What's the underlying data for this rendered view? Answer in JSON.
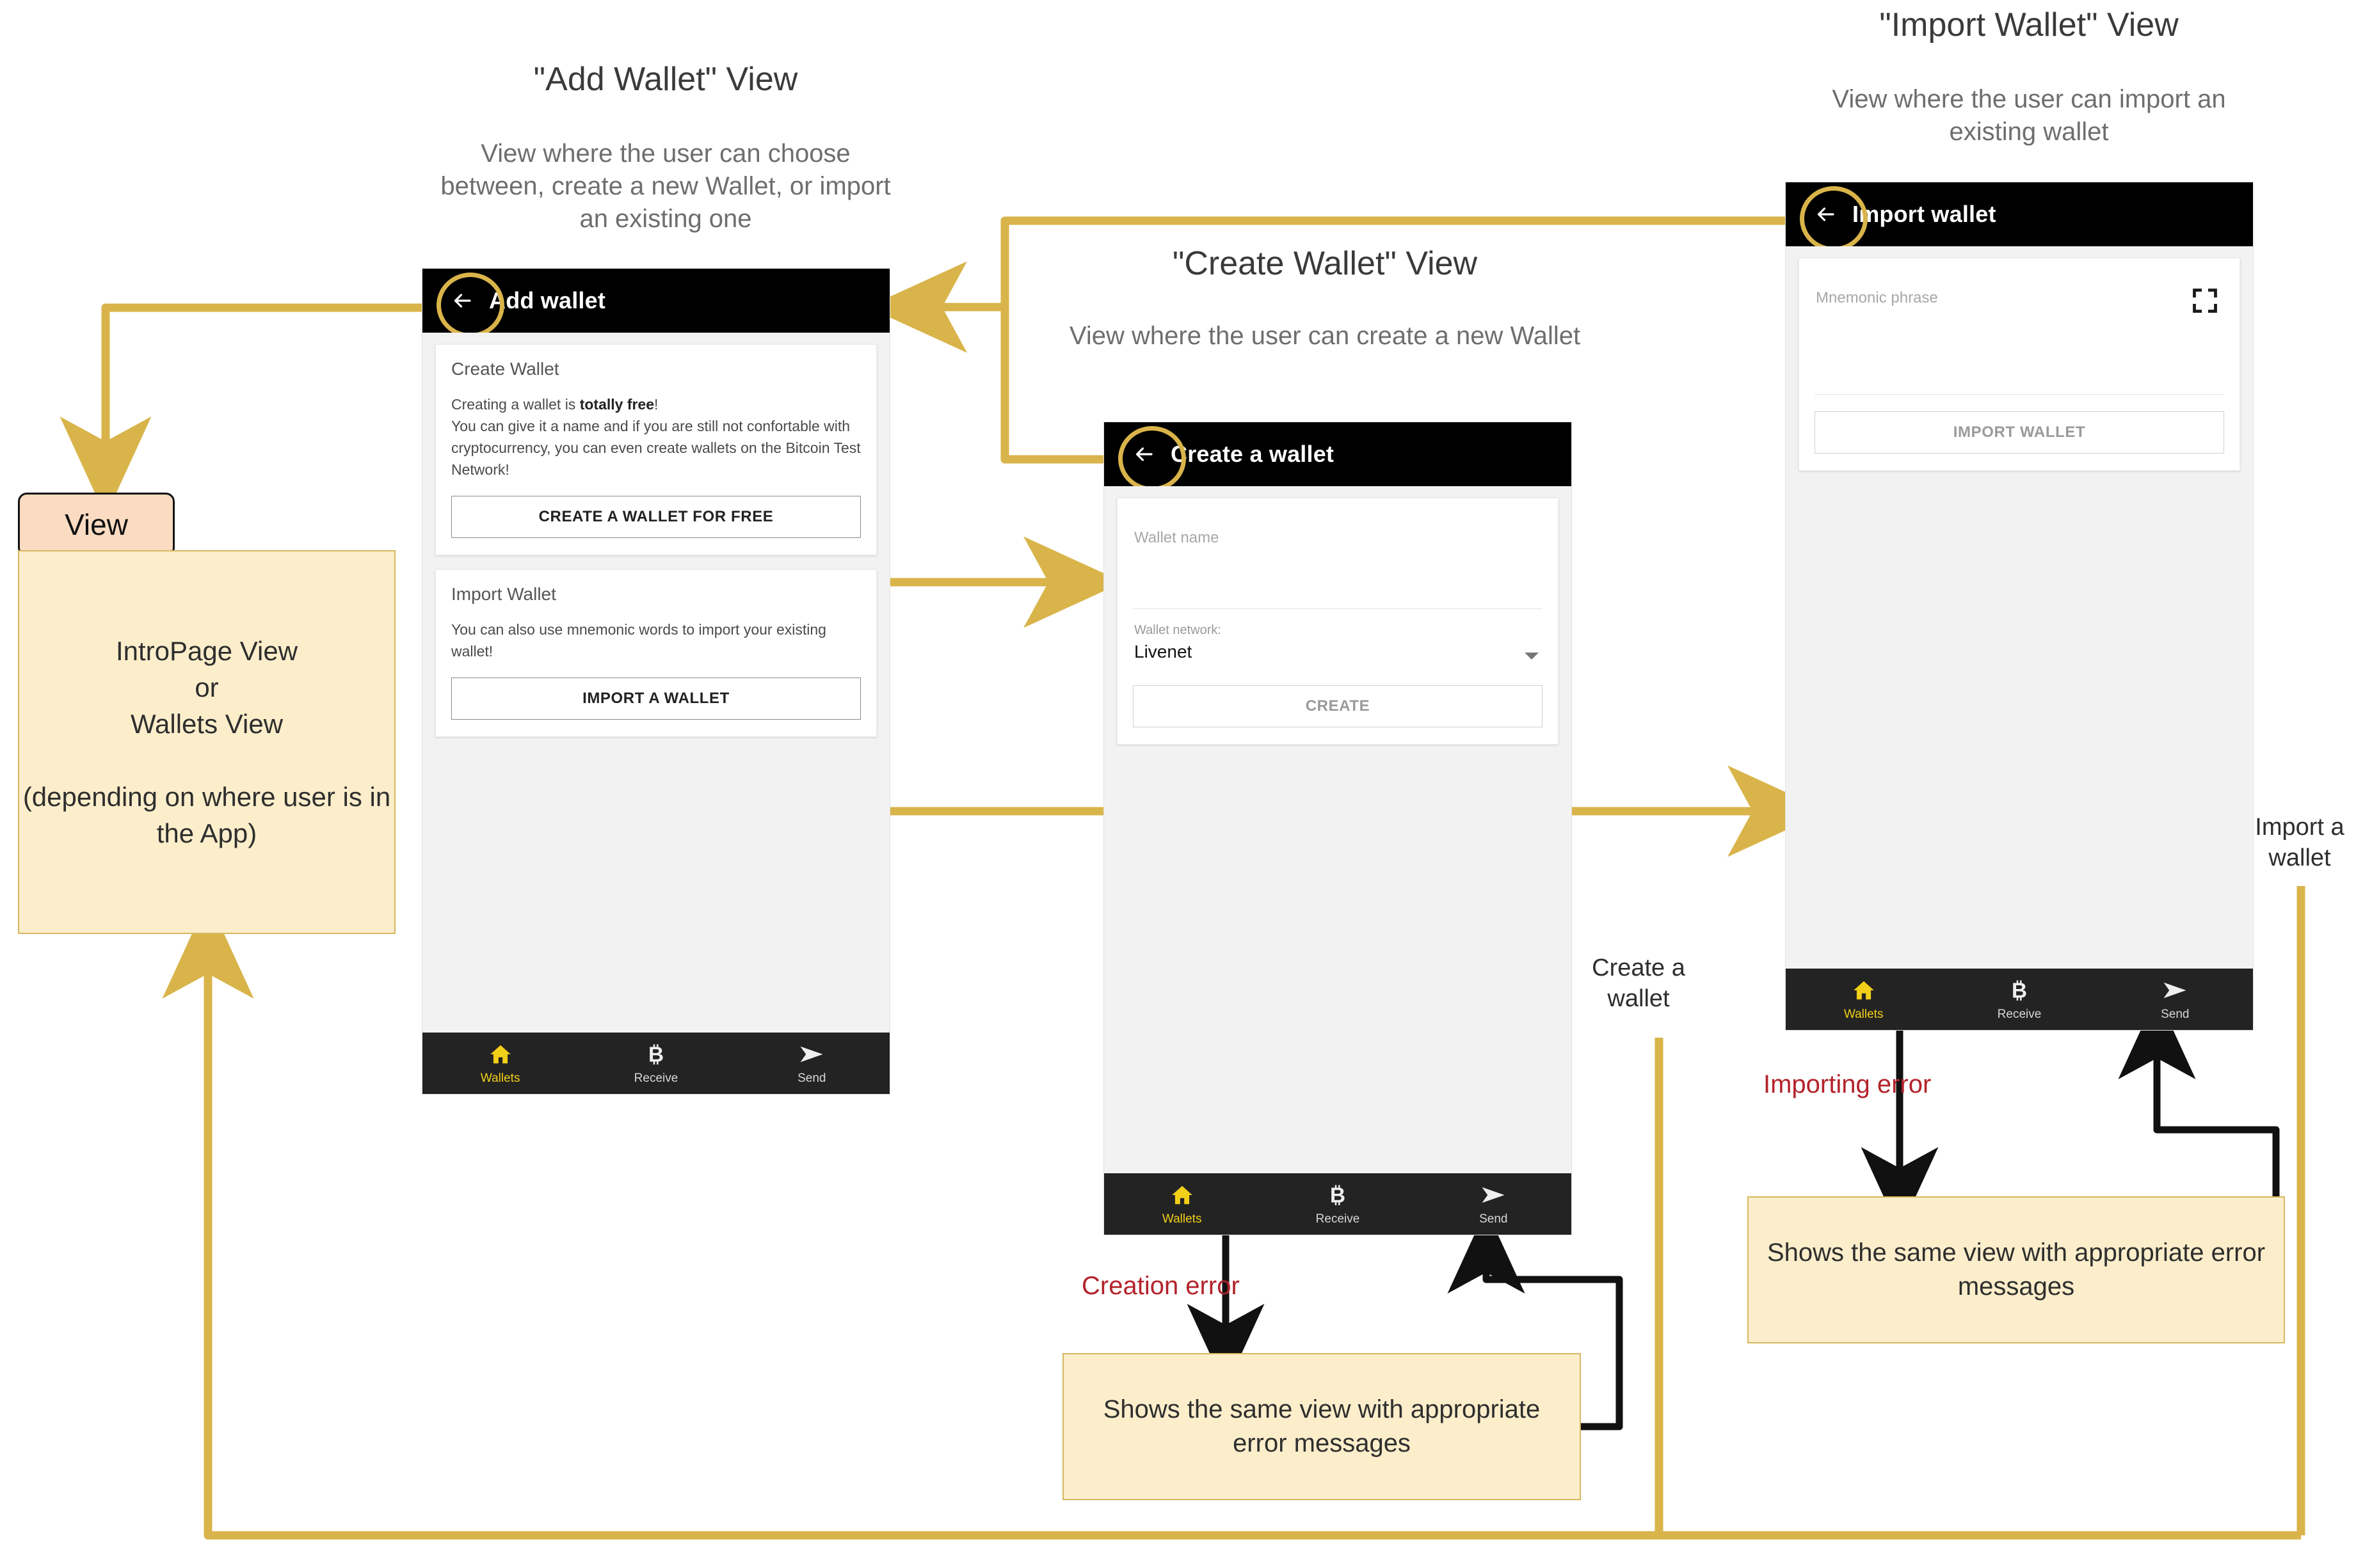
{
  "colors": {
    "accent_yellow": "#d6b860",
    "wire_yellow": "#d9b44a",
    "wire_black": "#111111",
    "error_red": "#b3232b",
    "note_fill": "#fceecb",
    "legend_chip_fill": "#fbdcc2",
    "appbar_black": "#000000",
    "navbar_dark": "#232323",
    "nav_active_yellow": "#f2cf18"
  },
  "headings": {
    "add_wallet": {
      "title": "\"Add Wallet\" View",
      "subtitle": "View where the user can choose between, create a new Wallet, or import an existing one"
    },
    "create_wallet": {
      "title": "\"Create Wallet\" View",
      "subtitle": "View where the user can create a new Wallet"
    },
    "import_wallet": {
      "title": "\"Import Wallet\" View",
      "subtitle": "View where the user can import an existing wallet"
    }
  },
  "legend": {
    "chip_label": "View",
    "body_text": "IntroPage View\nor\nWallets View\n\n(depending on where user is in the App)"
  },
  "phones": {
    "add_wallet": {
      "appbar_title": "Add wallet",
      "back_icon": "arrow-left-icon",
      "create_card": {
        "title": "Create Wallet",
        "line1_prefix": "Creating a wallet is ",
        "line1_bold": "totally free",
        "line1_suffix": "!",
        "line2": "You can give it a name and if you are still not confortable with cryptocurrency, you can even create wallets on the Bitcoin Test Network!",
        "button": "CREATE A WALLET FOR FREE"
      },
      "import_card": {
        "title": "Import Wallet",
        "text": "You can also use mnemonic words to import your existing wallet!",
        "button": "IMPORT A WALLET"
      },
      "nav": [
        {
          "label": "Wallets",
          "icon": "home-icon",
          "active": true
        },
        {
          "label": "Receive",
          "icon": "bitcoin-icon",
          "active": false
        },
        {
          "label": "Send",
          "icon": "send-icon",
          "active": false
        }
      ]
    },
    "create_wallet": {
      "appbar_title": "Create a wallet",
      "back_icon": "arrow-left-icon",
      "name_field_placeholder": "Wallet name",
      "name_field_value": "",
      "network_label": "Wallet network:",
      "network_value": "Livenet",
      "network_options": [
        "Livenet"
      ],
      "button": "CREATE",
      "nav": [
        {
          "label": "Wallets",
          "icon": "home-icon",
          "active": true
        },
        {
          "label": "Receive",
          "icon": "bitcoin-icon",
          "active": false
        },
        {
          "label": "Send",
          "icon": "send-icon",
          "active": false
        }
      ]
    },
    "import_wallet": {
      "appbar_title": "Import wallet",
      "back_icon": "arrow-left-icon",
      "mnemonic_placeholder": "Mnemonic phrase",
      "mnemonic_value": "",
      "scan_icon": "qr-scan-icon",
      "button": "IMPORT WALLET",
      "nav": [
        {
          "label": "Wallets",
          "icon": "home-icon",
          "active": true
        },
        {
          "label": "Receive",
          "icon": "bitcoin-icon",
          "active": false
        },
        {
          "label": "Send",
          "icon": "send-icon",
          "active": false
        }
      ]
    }
  },
  "edges": {
    "create_a_wallet": "Create a\nwallet",
    "import_a_wallet": "Import a\nwallet",
    "creation_error": "Creation error",
    "importing_error": "Importing error"
  },
  "error_notes": {
    "creation": "Shows the same view with appropriate error messages",
    "importing": "Shows the same view with appropriate error messages"
  }
}
